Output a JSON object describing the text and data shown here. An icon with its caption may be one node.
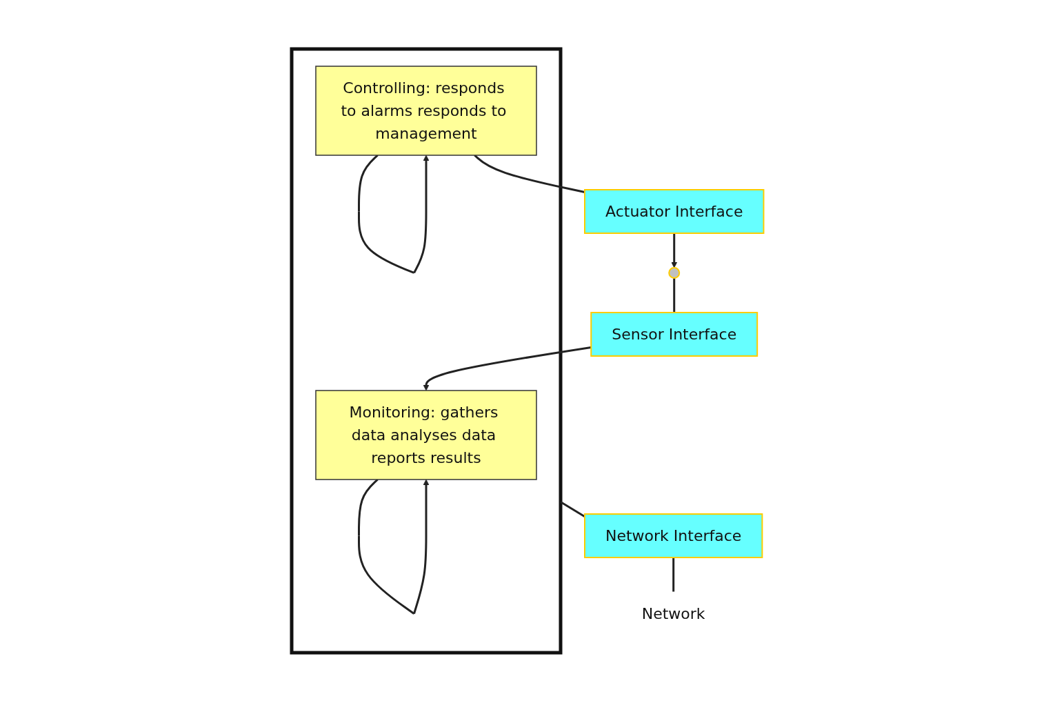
{
  "diagram": {
    "nodes": [
      {
        "text": [],
        "shape": "ellipse"
      },
      {
        "text": [
          "Sensor Interface"
        ]
      },
      {
        "text": [
          "Actuator Interface"
        ]
      },
      {
        "text": [],
        "shape": "box"
      },
      {
        "text": [
          "Monitoring: gathers data analyses data reports results"
        ],
        "in": 3
      },
      {
        "text": [
          "Controlling: responds to alarms responds to management"
        ],
        "in": 3
      },
      {
        "text": [
          "Network Interface"
        ]
      },
      {
        "text": [
          "Network"
        ]
      }
    ],
    "edges": [
      {
        "from": 0,
        "to": 1,
        "arrow": "none"
      },
      {
        "from": 1,
        "to": 4,
        "arrow": "to"
      },
      {
        "from": 5,
        "to": 2,
        "arrow": "none"
      },
      {
        "from": 2,
        "to": 0,
        "arrow": "to"
      },
      {
        "from": 4,
        "to": 4,
        "arrow": "to"
      },
      {
        "from": 5,
        "to": 5,
        "arrow": "to"
      },
      {
        "from": 3,
        "to": 6,
        "arrow": "none"
      },
      {
        "from": 6,
        "to": 7,
        "arrow": "none"
      }
    ]
  }
}
